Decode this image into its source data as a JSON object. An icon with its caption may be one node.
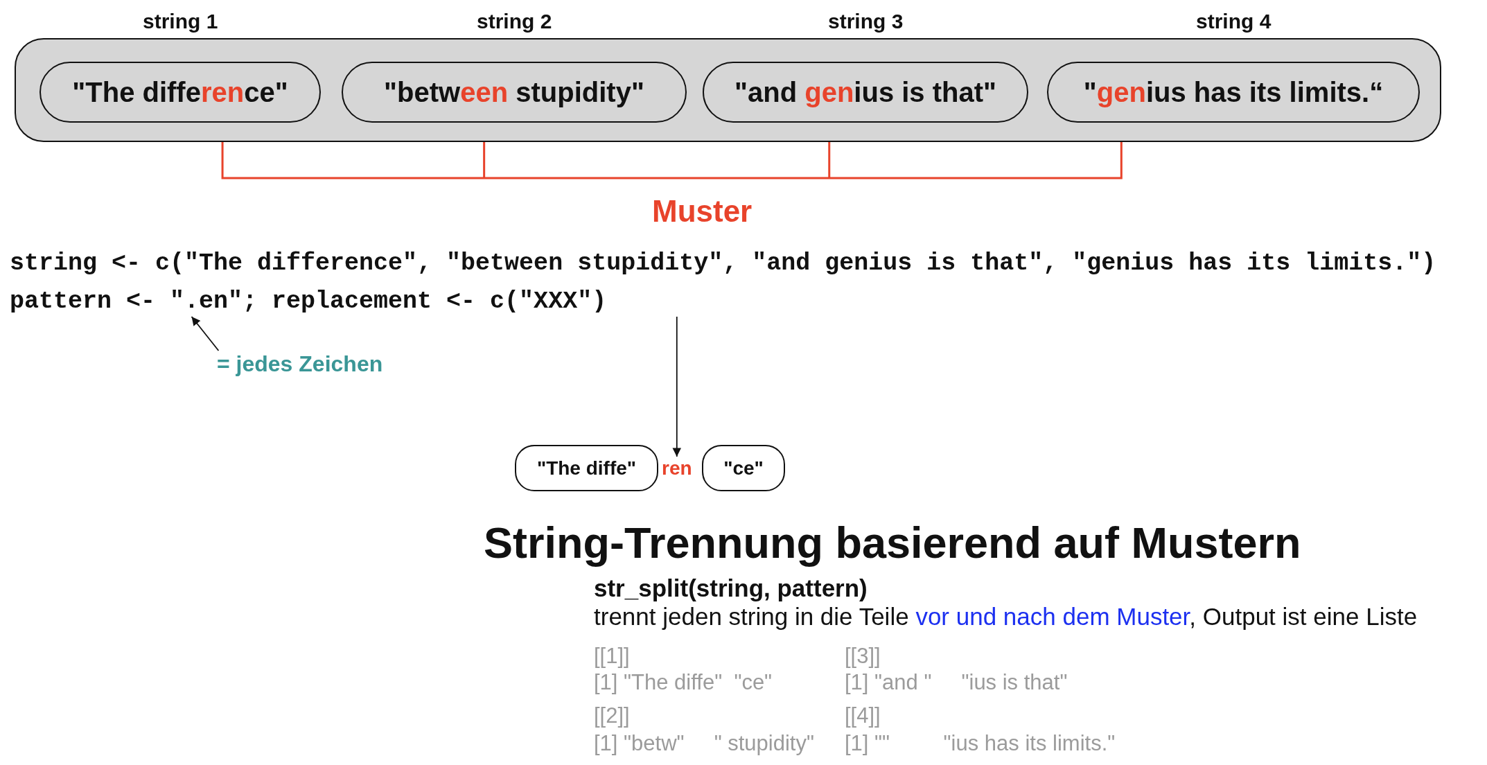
{
  "diagram": {
    "title": "String-Trennung basierend auf Mustern",
    "nodes": [
      {
        "text": [],
        "shape": "box"
      },
      {
        "text": [
          "\"The difference\""
        ],
        "beside": [
          "string 1"
        ],
        "in": 0
      },
      {
        "text": [
          "\"between stupidity\""
        ],
        "beside": [
          "string 2"
        ],
        "in": 0
      },
      {
        "text": [
          "\"and genius is that\""
        ],
        "beside": [
          "string 3"
        ],
        "in": 0
      },
      {
        "text": [
          "\"genius has its limits.“"
        ],
        "beside": [
          "string 4"
        ],
        "in": 0
      },
      {
        "text": [
          "string <- c(\"The difference\", \"between stupidity\", \"and genius is that\", \"genius has its limits.\")",
          "pattern <- \".en\"; replacement <- c(\"XXX\")"
        ]
      },
      {
        "text": [
          "= jedes Zeichen"
        ]
      },
      {
        "text": [
          "\"The diffe\""
        ]
      },
      {
        "text": [
          "ren"
        ]
      },
      {
        "text": [
          "\"ce\""
        ]
      }
    ],
    "edges": [
      {
        "from": 5,
        "to": 8,
        "arrow": "to"
      },
      {
        "from": 6,
        "to": 5,
        "arrow": "to"
      }
    ],
    "labels": [
      "Muster",
      "str_split(string, pattern)",
      "trennt jeden string in die Teile vor und nach dem Muster, Output ist eine Liste",
      "[[1]]",
      "[[3]]",
      "[1] \"The diffe\"  \"ce\"",
      "[1] \"and \"     \"ius is that\"",
      "[[2]]",
      "[[4]]",
      "[1] \"betw\"     \" stupidity\"",
      "[1] \"\"         \"ius has its limits.\""
    ]
  }
}
